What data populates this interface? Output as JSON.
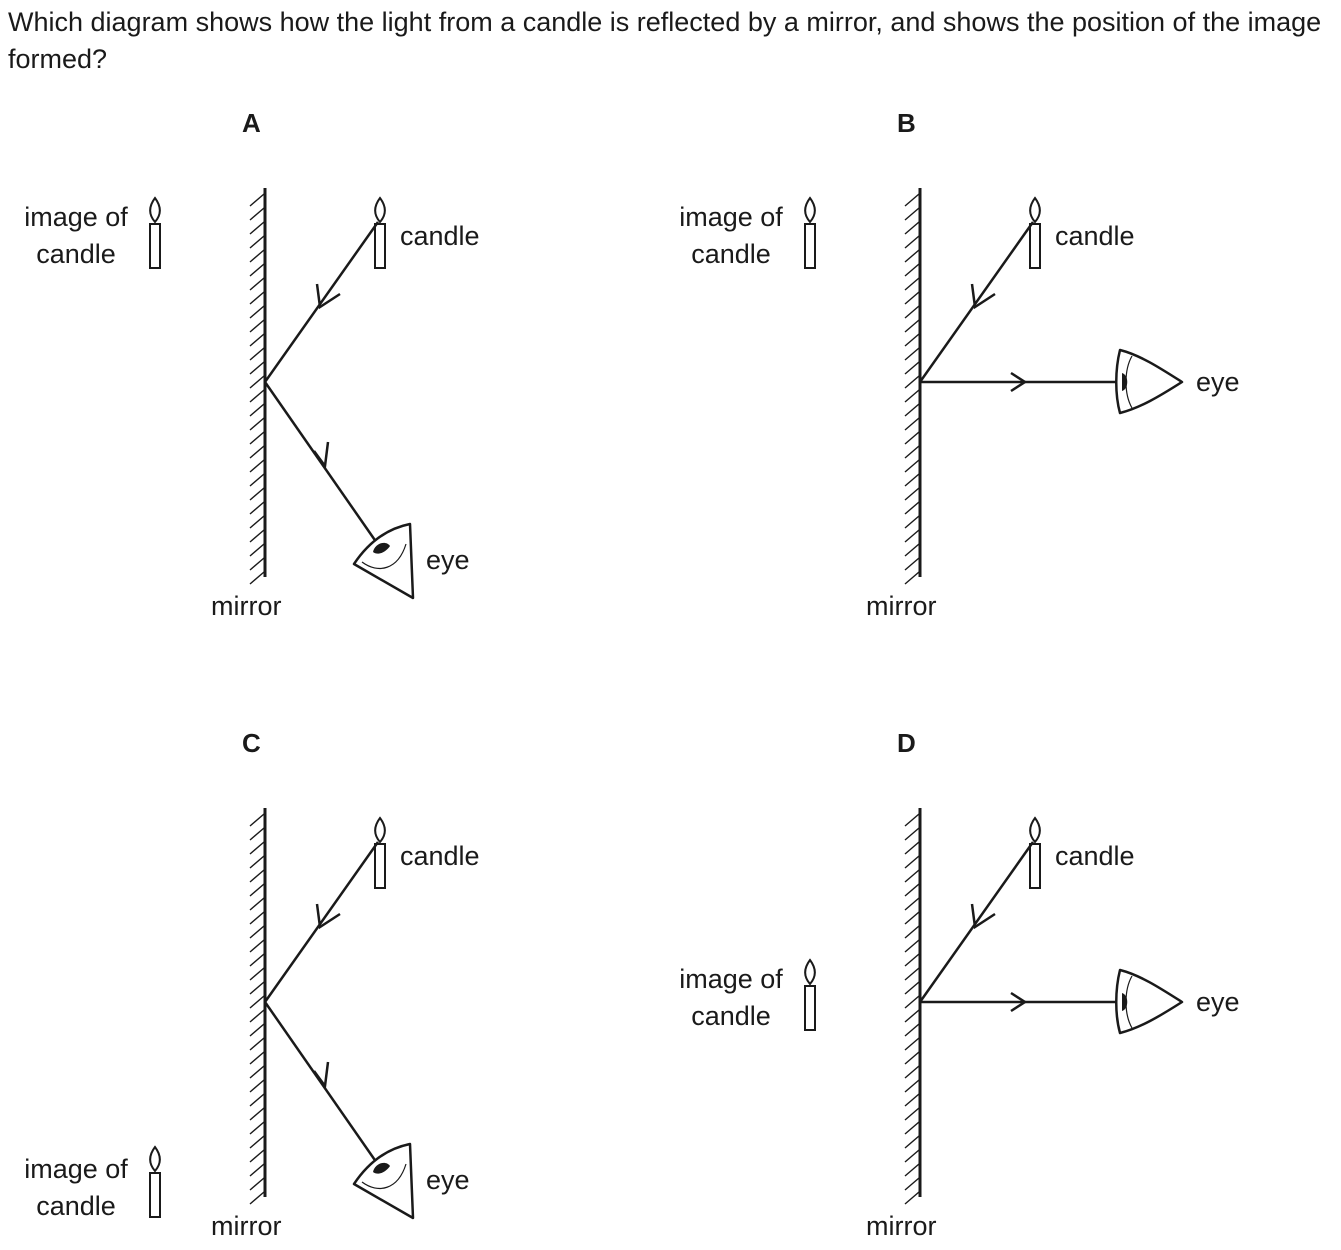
{
  "question": {
    "text": "Which diagram shows how the light from a candle is reflected by a mirror, and shows the position of the image formed?"
  },
  "labels": {
    "candle": "candle",
    "eye": "eye",
    "mirror": "mirror",
    "image_line1": "image of",
    "image_line2": "candle"
  },
  "options": [
    {
      "letter": "A"
    },
    {
      "letter": "B"
    },
    {
      "letter": "C"
    },
    {
      "letter": "D"
    }
  ],
  "colors": {
    "ink": "#1a1a1a",
    "background": "#ffffff"
  }
}
